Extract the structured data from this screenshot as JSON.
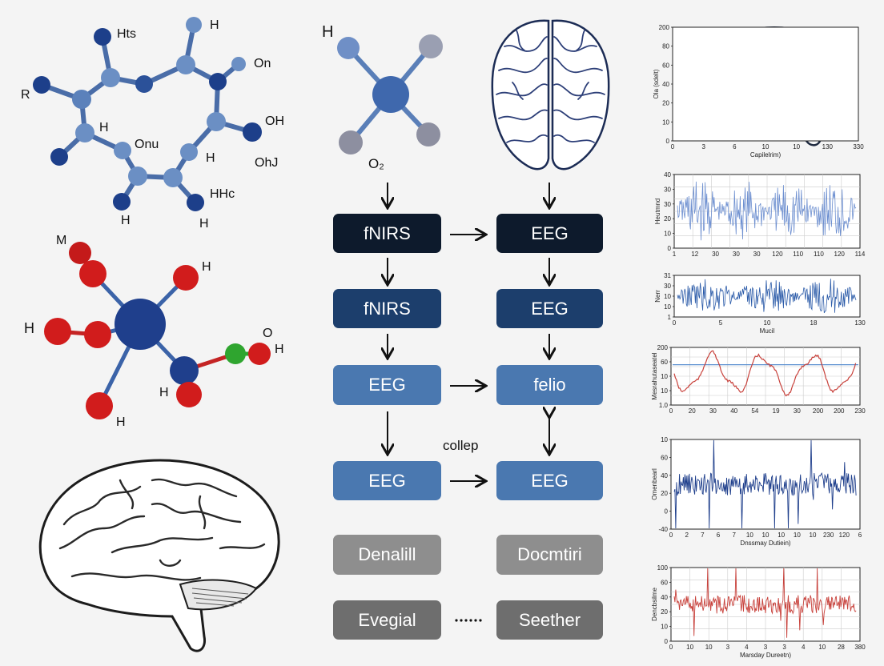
{
  "molecule_top": {
    "labels": [
      "Hts",
      "H",
      "R",
      "On",
      "H",
      "OH",
      "Onu",
      "H",
      "OhJ",
      "HHc",
      "H",
      "H"
    ]
  },
  "molecule_bottom": {
    "labels": [
      "M",
      "H",
      "H",
      "O",
      "H",
      "H",
      "H"
    ]
  },
  "molecule_center": {
    "labels": [
      "H",
      "O₂"
    ]
  },
  "flow": {
    "left": [
      "fNIRS",
      "fNIRS",
      "EEG",
      "EEG",
      "Denalill",
      "Evegial"
    ],
    "right": [
      "EEG",
      "EEG",
      "felio",
      "EEG",
      "Docmtiri",
      "Seether"
    ],
    "connector_label": "collep"
  },
  "charts": [
    {
      "ylabel": "Ola (sdelt)",
      "xlabel": "Capilelrim)",
      "xticks": [
        "0",
        "3",
        "6",
        "10",
        "10",
        "130",
        "330"
      ],
      "yticks": [
        "200",
        "80",
        "60",
        "40",
        "20",
        "10",
        "0"
      ]
    },
    {
      "ylabel": "Heutmnd",
      "xticks": [
        "1",
        "12",
        "30",
        "30",
        "30",
        "120",
        "110",
        "110",
        "120",
        "114"
      ],
      "yticks": [
        "40",
        "30",
        "30",
        "20",
        "10",
        "0"
      ]
    },
    {
      "ylabel": "Nerr",
      "xlabel": "Mucil",
      "xticks": [
        "0",
        "5",
        "10",
        "18",
        "130"
      ],
      "yticks": [
        "31",
        "30",
        "10",
        "10",
        "1"
      ]
    },
    {
      "ylabel": "Mesrahutaseatel",
      "xticks": [
        "0",
        "20",
        "30",
        "40",
        "54",
        "19",
        "30",
        "200",
        "200",
        "230"
      ],
      "yticks": [
        "200",
        "60",
        "10",
        "10",
        "1.0"
      ]
    },
    {
      "ylabel": "Omenbearl",
      "xlabel": "Dnssmay Dutiein)",
      "xticks": [
        "0",
        "2",
        "7",
        "6",
        "7",
        "10",
        "10",
        "10",
        "10",
        "10",
        "230",
        "120",
        "6"
      ],
      "yticks": [
        "10",
        "60",
        "40",
        "20",
        "0",
        "-40"
      ]
    },
    {
      "ylabel": "Dencbsilme",
      "xlabel": "Marsday Dureetn)",
      "xticks": [
        "0",
        "10",
        "10",
        "3",
        "4",
        "3",
        "3",
        "4",
        "10",
        "28",
        "380"
      ],
      "yticks": [
        "100",
        "60",
        "40",
        "20",
        "10",
        "0"
      ]
    }
  ],
  "colors": {
    "navy": "#1c3e6c",
    "dark": "#0d1a2c",
    "mid": "#4a78b0",
    "atom_blue": "#2b4f9e",
    "atom_red": "#cc1f1f",
    "atom_green": "#2fa52f",
    "signal_blue": "#2a5aa8",
    "signal_red": "#c8413b"
  }
}
